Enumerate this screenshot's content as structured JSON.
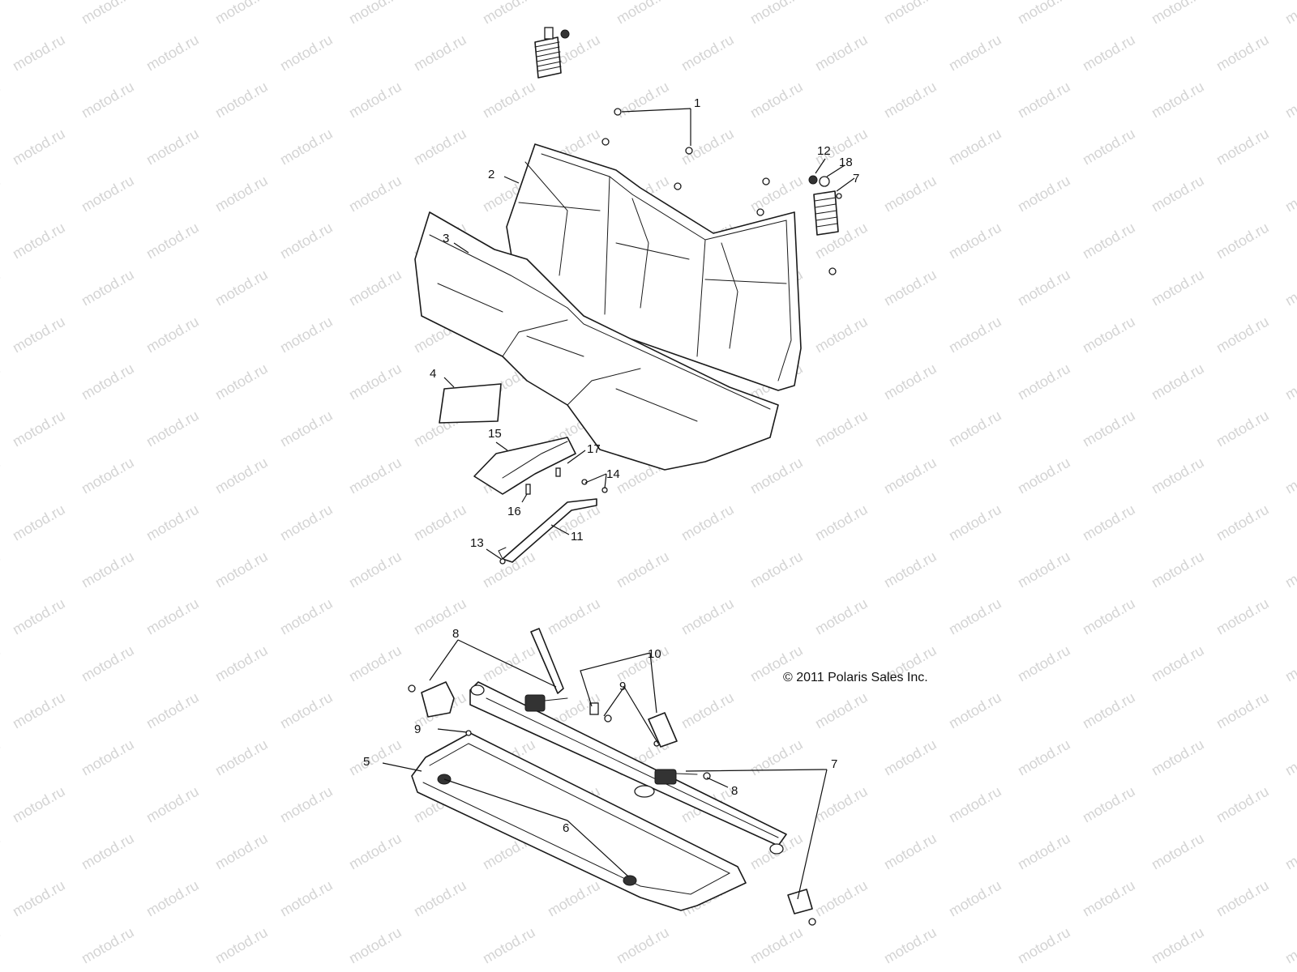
{
  "watermark": "motod.ru",
  "copyright": "© 2011 Polaris Sales Inc.",
  "callouts": {
    "c1": "1",
    "c2": "2",
    "c3": "3",
    "c4": "4",
    "c5": "5",
    "c6": "6",
    "c7a": "7",
    "c7b": "7",
    "c8a": "8",
    "c8b": "8",
    "c9a": "9",
    "c9b": "9",
    "c10": "10",
    "c11": "11",
    "c12": "12",
    "c13": "13",
    "c14": "14",
    "c15": "15",
    "c16": "16",
    "c17": "17",
    "c18": "18"
  },
  "colors": {
    "line": "#1a1a1a",
    "watermark": "#d4d4d4",
    "background": "#ffffff"
  }
}
